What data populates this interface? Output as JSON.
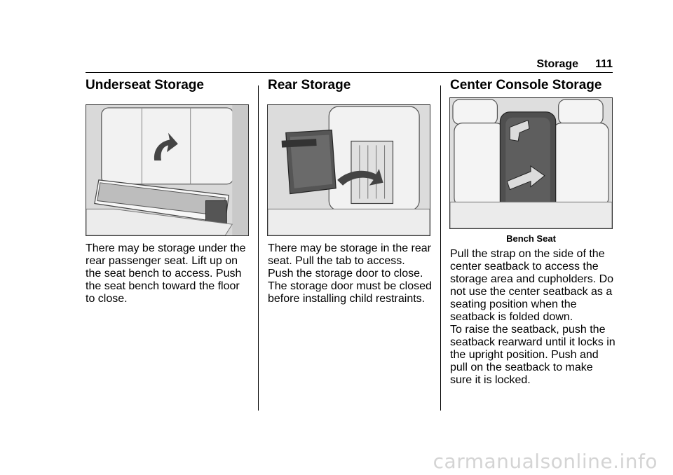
{
  "header": {
    "section": "Storage",
    "page_number": "111"
  },
  "columns": [
    {
      "title": "Underseat Storage",
      "figure_icon": "underseat-storage-illustration",
      "paragraphs": [
        "There may be storage under the rear passenger seat. Lift up on the seat bench to access. Push the seat bench toward the floor to close."
      ]
    },
    {
      "title": "Rear Storage",
      "figure_icon": "rear-storage-illustration",
      "paragraphs": [
        "There may be storage in the rear seat. Pull the tab to access.",
        "Push the storage door to close. The storage door must be closed before installing child restraints."
      ]
    },
    {
      "title": "Center Console Storage",
      "figure_icon": "center-console-illustration",
      "figure_caption": "Bench Seat",
      "paragraphs": [
        "Pull the strap on the side of the center seatback to access the storage area and cupholders. Do not use the center seatback as a seating position when the seatback is folded down.",
        "To raise the seatback, push the seatback rearward until it locks in the upright position. Push and pull on the seatback to make sure it is locked."
      ]
    }
  ],
  "watermark": "carmanualsonline.info"
}
